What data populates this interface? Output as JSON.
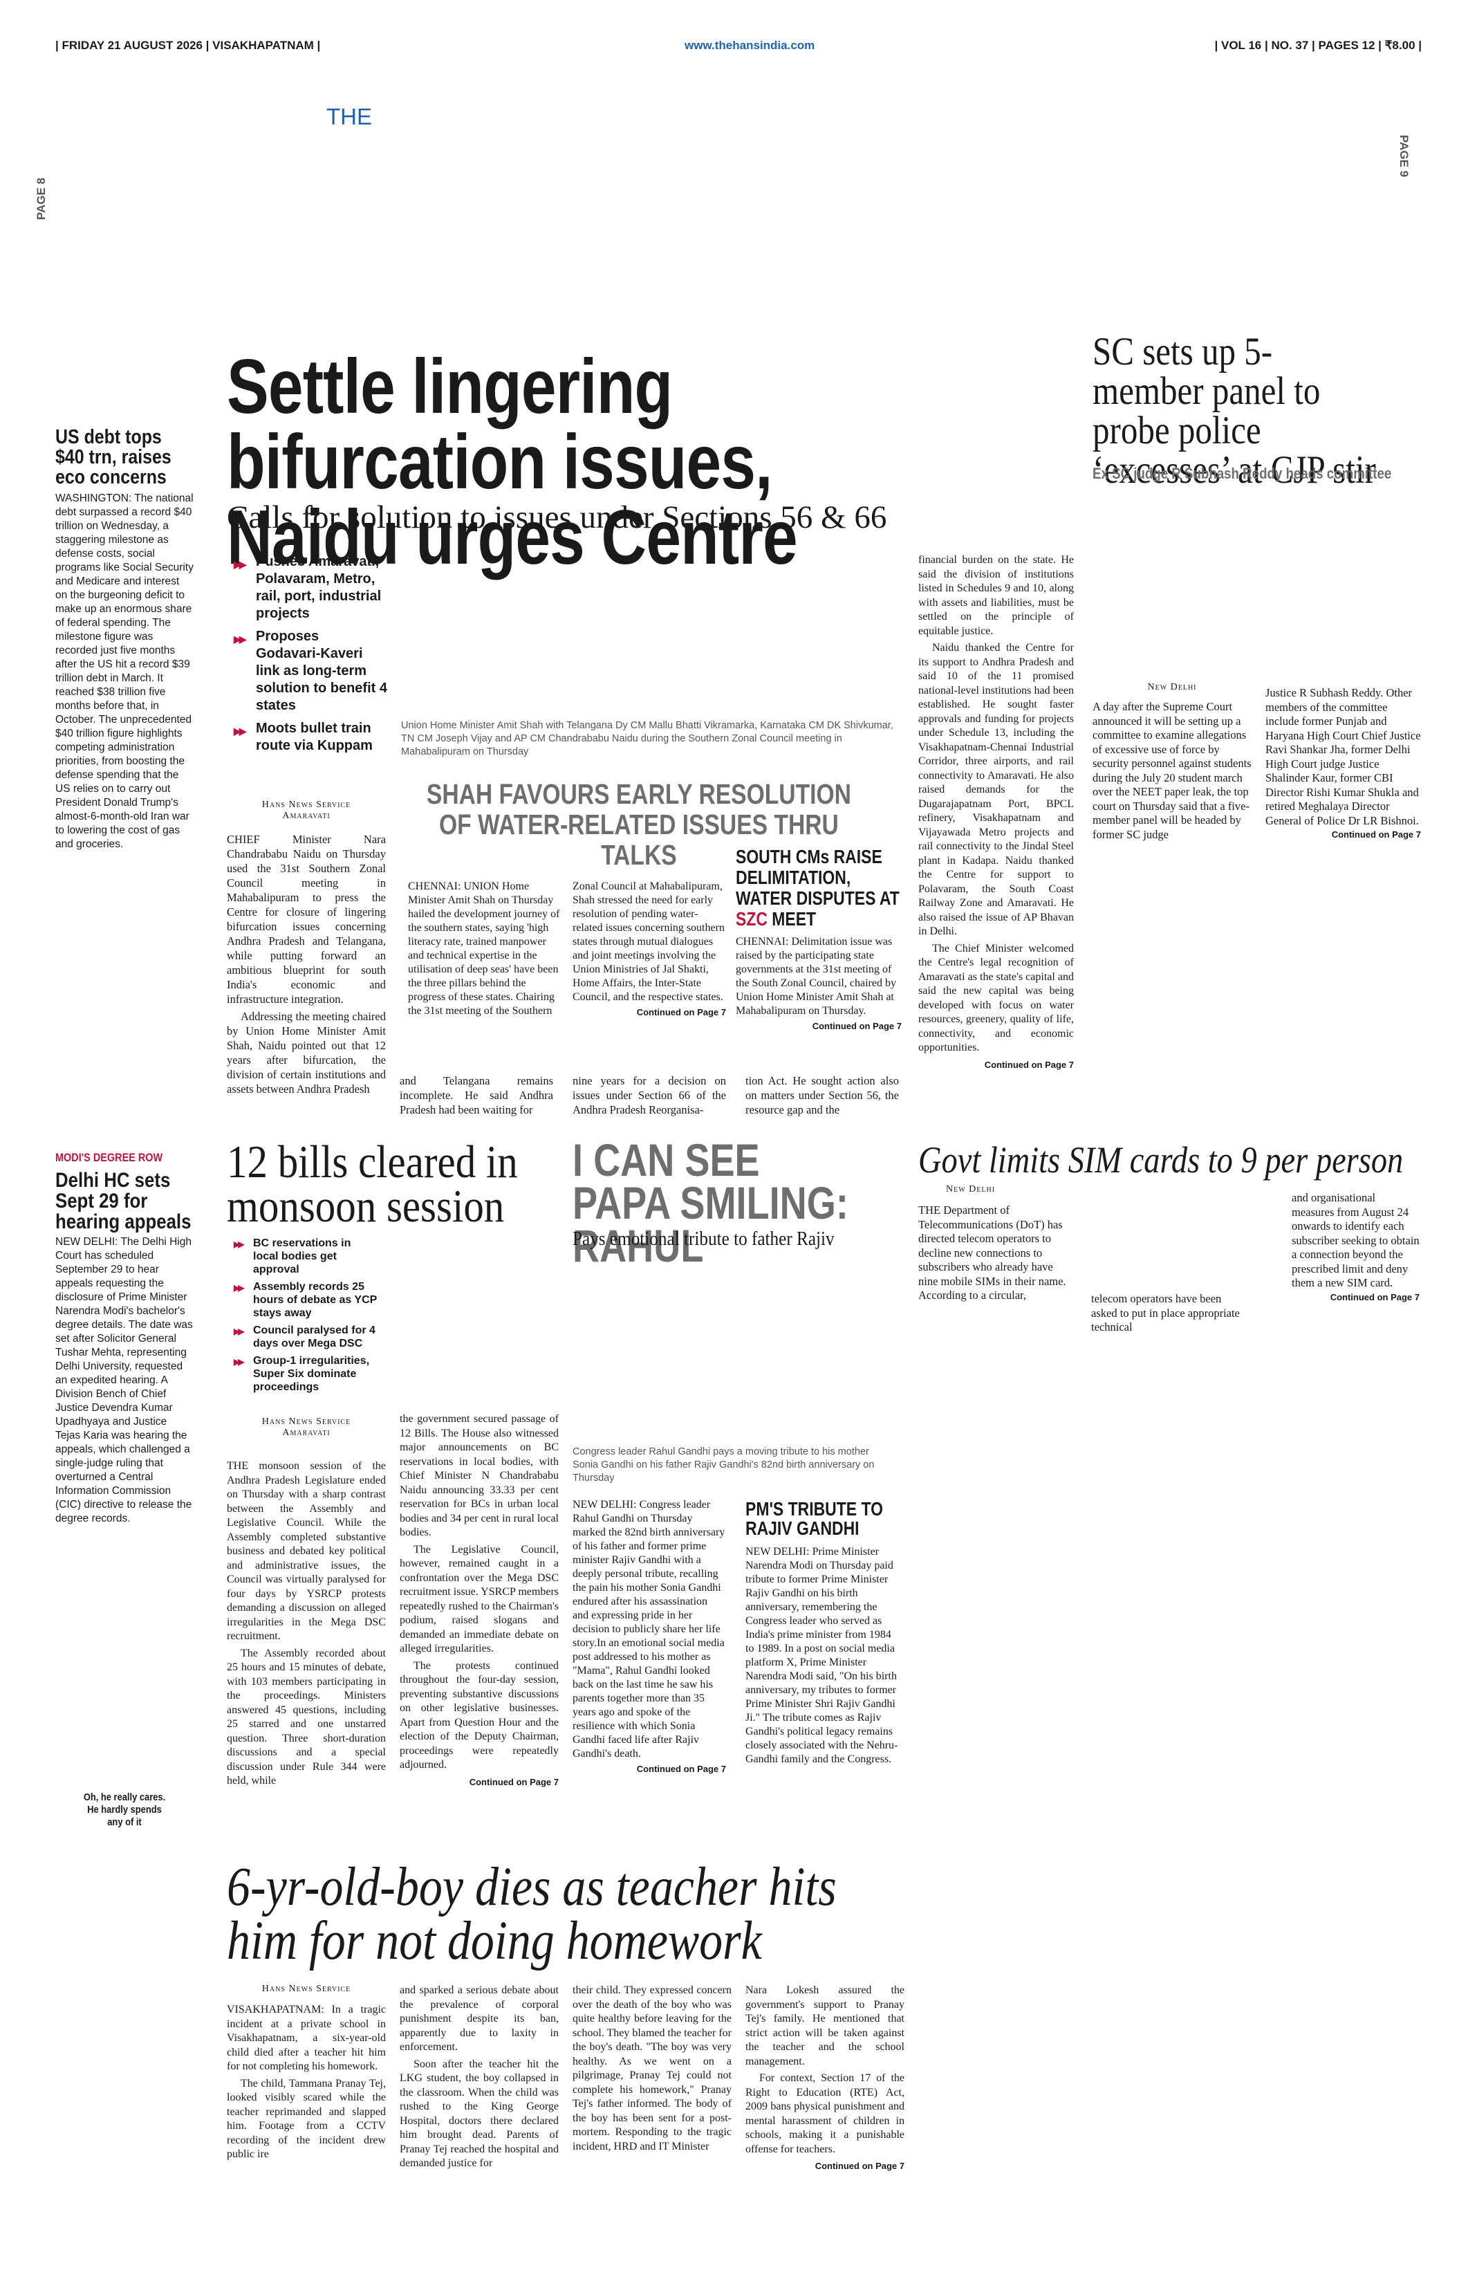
{
  "header": {
    "left": "| FRIDAY 21 AUGUST 2026 | VISAKHAPATNAM |",
    "center": "www.thehansindia.com",
    "right": "| VOL 16 | NO. 37 | PAGES 12 | ₹8.00 |",
    "masthead": "THE",
    "page_left": "PAGE 8",
    "page_right": "PAGE 9"
  },
  "debt": {
    "headline": "US debt tops $40 trn, raises eco concerns",
    "body": "WASHINGTON: The national debt surpassed a record $40 trillion on Wednesday, a staggering milestone as defense costs, social programs like Social Security and Medicare and interest on the burgeoning deficit to make up an enormous share of federal spending. The milestone figure was recorded just five months after the US hit a record $39 trillion debt in March. It reached $38 trillion five months before that, in October. The unprecedented $40 trillion figure highlights competing administration priorities, from boosting the defense spending that the US relies on to carry out President Donald Trump's almost-6-month-old Iran war to lowering the cost of gas and groceries."
  },
  "lead": {
    "headline": "Settle lingering bifurcation issues, Naidu urges Centre",
    "subhead": "Calls for solution to issues under Sections 56 & 66",
    "bullets": [
      "Pushes Amaravati, Polavaram, Metro, rail, port, industrial projects",
      "Proposes Godavari-Kaveri link as long-term solution to benefit 4 states",
      "Moots bullet train route via Kuppam"
    ],
    "byline_1": "Hans News Service",
    "byline_2": "Amaravati",
    "col1": "CHIEF Minister Nara Chandrababu Naidu on Thursday used the 31st Southern Zonal Council meeting in Mahabalipuram to press the Centre for closure of lingering bifurcation issues concerning Andhra Pradesh and Telangana, while putting forward an ambitious blueprint for south India's economic and infrastructure integration.",
    "col1b": "Addressing the meeting chaired by Union Home Minister Amit Shah, Naidu pointed out that 12 years after bifurcation, the division of certain institutions and assets between Andhra Pradesh",
    "col2": "and Telangana remains incomplete. He said Andhra Pradesh had been waiting for",
    "col3": "nine years for a decision on issues under Section 66 of the Andhra Pradesh Reorganisa-",
    "col4": "tion Act. He sought action also on matters under Section 56, the resource gap and the",
    "col5a": "financial burden on the state. He said the division of institutions listed in Schedules 9 and 10, along with assets and liabilities, must be settled on the principle of equitable justice.",
    "col5b": "Naidu thanked the Centre for its support to Andhra Pradesh and said 10 of the 11 promised national-level institutions had been established. He sought faster approvals and funding for projects under Schedule 13, including the Visakhapatnam-Chennai Industrial Corridor, three airports, and rail connectivity to Amaravati. He also raised demands for the Dugarajapatnam Port, BPCL refinery, Visakhapatnam and Vijayawada Metro projects and rail connectivity to the Jindal Steel plant in Kadapa. Naidu thanked the Centre for support to Polavaram, the South Coast Railway Zone and Amaravati. He also raised the issue of AP Bhavan in Delhi.",
    "col5c": "The Chief Minister welcomed the Centre's legal recognition of Amaravati as the state's capital and said the new capital was being developed with focus on water resources, greenery, quality of life, connectivity, and economic opportunities.",
    "cont": "Continued on Page 7",
    "photo_caption": "Union Home Minister Amit Shah with Telangana Dy CM Mallu Bhatti Vikramarka, Karnataka CM DK Shivkumar, TN CM Joseph Vijay and AP CM Chandrababu Naidu during the Southern Zonal Council meeting in Mahabalipuram on Thursday"
  },
  "shah": {
    "headline": "SHAH FAVOURS EARLY RESOLUTION OF WATER-RELATED ISSUES THRU TALKS",
    "col1": "CHENNAI: UNION Home Minister Amit Shah on Thursday hailed the development journey of the southern states, saying 'high literacy rate, trained manpower and technical expertise in the utilisation of deep seas' have been the three pillars behind the progress of these states. Chairing the 31st meeting of the Southern",
    "col2": "Zonal Council at Mahabalipuram, Shah stressed the need for early resolution of pending water-related issues concerning southern states through mutual dialogues and joint meetings involving the Union Ministries of Jal Shakti, Home Affairs, the Inter-State Council, and the respective states.",
    "cont": "Continued on Page 7"
  },
  "southcm": {
    "headline_1": "SOUTH CMs RAISE DELIMITATION, WATER DISPUTES AT ",
    "headline_szc": "SZC",
    "headline_2": " MEET",
    "body": "CHENNAI: Delimitation issue was raised by the participating state governments at the 31st meeting of the South Zonal Council, chaired by Union Home Minister Amit Shah at Mahabalipuram on Thursday.",
    "cont": "Continued on Page 7"
  },
  "sc": {
    "headline": "SC sets up 5-member panel to probe police ‘excesses’ at CJP stir",
    "subhead": "Ex SC judge R Subhash Reddy heads committee",
    "dateline": "New Delhi",
    "col1": "A day after the Supreme Court announced it will be setting up a committee to examine allegations of excessive use of force by security personnel against students during the July 20 student march over the NEET paper leak, the top court on Thursday said that a five-member panel will be headed by former SC judge",
    "col2": "Justice R Subhash Reddy. Other members of the committee include former Punjab and Haryana High Court Chief Justice Ravi Shankar Jha, former Delhi High Court judge Justice Shalinder Kaur, former CBI Director Rishi Kumar Shukla and retired Meghalaya Director General of Police Dr LR Bishnoi.",
    "cont": "Continued on Page 7"
  },
  "modi": {
    "kicker": "MODI'S DEGREE ROW",
    "headline": "Delhi HC sets Sept 29 for hearing appeals",
    "body": "NEW DELHI: The Delhi High Court has scheduled September 29 to hear appeals requesting the disclosure of Prime Minister Narendra Modi's bachelor's degree details. The date was set after Solicitor General Tushar Mehta, representing Delhi University, requested an expedited hearing. A Division Bench of Chief Justice Devendra Kumar Upadhyaya and Justice Tejas Karia was hearing the appeals, which challenged a single-judge ruling that overturned a Central Information Commission (CIC) directive to release the degree records."
  },
  "cartoon": {
    "caption": "Oh, he really cares. He hardly spends any of it"
  },
  "bills": {
    "headline": "12 bills cleared in monsoon session",
    "bullets": [
      "BC reservations in local bodies get approval",
      "Assembly records 25 hours of debate as YCP stays away",
      "Council paralysed for 4 days over Mega DSC",
      "Group-1 irregularities, Super Six dominate proceedings"
    ],
    "byline_1": "Hans News Service",
    "byline_2": "Amaravati",
    "col1": "THE monsoon session of the Andhra Pradesh Legislature ended on Thursday with a sharp contrast between the Assembly and Legislative Council. While the Assembly completed substantive business and debated key political and administrative issues, the Council was virtually paralysed for four days by YSRCP protests demanding a discussion on alleged irregularities in the Mega DSC recruitment.",
    "col1b": "The Assembly recorded about 25 hours and 15 minutes of debate, with 103 members participating in the proceedings. Ministers answered 45 questions, including 25 starred and one unstarred question. Three short-duration discussions and a special discussion under Rule 344 were held, while",
    "col2": "the government secured passage of 12 Bills. The House also witnessed major announcements on BC reservations in local bodies, with Chief Minister N Chandrababu Naidu announcing 33.33 per cent reservation for BCs in urban local bodies and 34 per cent in rural local bodies.",
    "col2b": "The Legislative Council, however, remained caught in a confrontation over the Mega DSC recruitment issue. YSRCP members repeatedly rushed to the Chairman's podium, raised slogans and demanded an immediate debate on alleged irregularities.",
    "col2c": "The protests continued throughout the four-day session, preventing substantive discussions on other legislative businesses. Apart from Question Hour and the election of the Deputy Chairman, proceedings were repeatedly adjourned.",
    "cont": "Continued on Page 7"
  },
  "rahul": {
    "headline": "I CAN SEE PAPA SMILING: RAHUL",
    "subhead": "Pays emotional tribute to father Rajiv",
    "photo_caption": "Congress leader Rahul Gandhi pays a moving tribute to his mother Sonia Gandhi on his father Rajiv Gandhi's 82nd birth anniversary on Thursday",
    "body": "NEW DELHI: Congress leader Rahul Gandhi on Thursday marked the 82nd birth anniversary of his father and former prime minister Rajiv Gandhi with a deeply personal tribute, recalling the pain his mother Sonia Gandhi endured after his assassination and expressing pride in her decision to publicly share her life story.In an emotional social media post addressed to his mother as \"Mama\", Rahul Gandhi looked back on the last time he saw his parents together more than 35 years ago and spoke of the resilience with which Sonia Gandhi faced life after Rajiv Gandhi's death.",
    "cont": "Continued on Page 7"
  },
  "pm": {
    "headline": "PM'S TRIBUTE TO RAJIV GANDHI",
    "body": "NEW DELHI: Prime Minister Narendra Modi on Thursday paid tribute to former Prime Minister Rajiv Gandhi on his birth anniversary, remembering the Congress leader who served as India's prime minister from 1984 to 1989. In a post on social media platform X, Prime Minister Narendra Modi said, \"On his birth anniversary, my tributes to former Prime Minister Shri Rajiv Gandhi Ji.\" The tribute comes as Rajiv Gandhi's political legacy remains closely associated with the Nehru-Gandhi family and the Congress."
  },
  "sim": {
    "headline": "Govt limits SIM cards to 9 per person",
    "dateline": "New Delhi",
    "col1": "THE Department of Telecommunications (DoT) has directed telecom operators to decline new connections to subscribers who already have nine mobile SIMs in their name. According to a circular,",
    "col2": "telecom operators have been asked to put in place appropriate technical",
    "col3": "and organisational measures from August 24 onwards to identify each subscriber seeking to obtain a connection beyond the prescribed limit and deny them a new SIM card.",
    "cont": "Continued on Page 7"
  },
  "boy": {
    "headline": "6-yr-old-boy dies as teacher hits him for not doing homework",
    "byline": "Hans News Service",
    "col1": "VISAKHAPATNAM: In a tragic incident at a private school in Visakhapatnam, a six-year-old child died after a teacher hit him for not completing his homework.",
    "col1b": "The child, Tammana Pranay Tej, looked visibly scared while the teacher reprimanded and slapped him. Footage from a CCTV recording of the incident drew public ire",
    "col2": "and sparked a serious debate about the prevalence of corporal punishment despite its ban, apparently due to laxity in enforcement.",
    "col2b": "Soon after the teacher hit the LKG student, the boy collapsed in the classroom. When the child was rushed to the King George Hospital, doctors there declared him brought dead. Parents of Pranay Tej reached the hospital and demanded justice for",
    "col3": "their child. They expressed concern over the death of the boy who was quite healthy before leaving for the school. They blamed the teacher for the boy's death. \"The boy was very healthy. As we went on a pilgrimage, Pranay Tej could not complete his homework,\" Pranay Tej's father informed. The body of the boy has been sent for a post-mortem. Responding to the tragic incident, HRD and IT Minister",
    "col4": "Nara Lokesh assured the government's support to Pranay Tej's family. He mentioned that strict action will be taken against the teacher and the school management.",
    "col4b": "For context, Section 17 of the Right to Education (RTE) Act, 2009 bans physical punishment and mental harassment of children in schools, making it a punishable offense for teachers.",
    "cont": "Continued on Page 7"
  },
  "colors": {
    "accent": "#c0143c",
    "masthead": "#1d62b0",
    "headline_grey": "#6e6e6e"
  }
}
